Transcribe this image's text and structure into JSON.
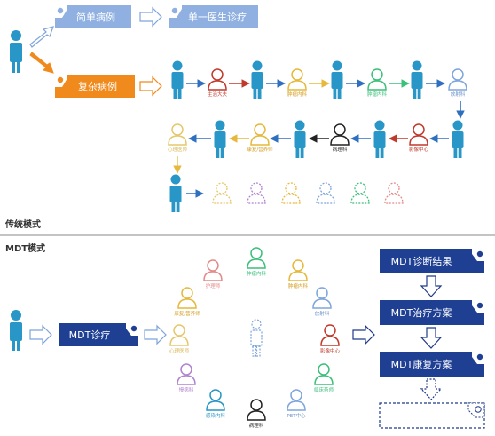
{
  "traditional": {
    "section_label": "传统模式",
    "simple_case": "简单病例",
    "single_doctor": "单一医生诊疗",
    "complex_case": "复杂病例",
    "chain_labels": [
      "主治大夫",
      "肿瘤内科",
      "肿瘤内科",
      "放射科",
      "影像中心",
      "病理科",
      "康复/营养师",
      "心理医师"
    ]
  },
  "mdt": {
    "section_label": "MDT模式",
    "consult": "MDT诊疗",
    "result": "MDT诊断结果",
    "treatment": "MDT治疗方案",
    "rehab": "MDT康复方案",
    "ring_labels": [
      "肿瘤内科",
      "肿瘤内科",
      "放射科",
      "影像中心",
      "临床药师",
      "PET中心",
      "病理科",
      "感染内科",
      "慢病科",
      "心理医师",
      "康复/营养师",
      "护理师"
    ]
  },
  "colors": {
    "primary_blue": "#1f3a8a",
    "box_blue": "#1f3f93",
    "light_blue": "#7ea5dc",
    "orange": "#f08a1c",
    "patient_teal": "#2896c7",
    "red": "#c0392b",
    "yellow": "#e6b83b",
    "green": "#3cbf7a",
    "black": "#222222"
  }
}
